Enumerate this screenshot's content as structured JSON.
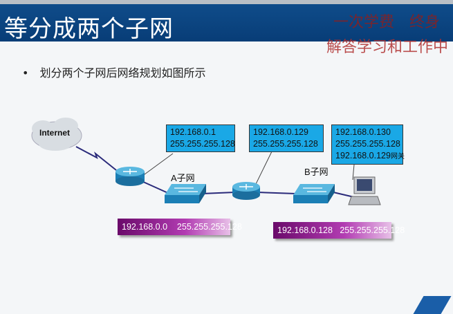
{
  "header": {
    "title": "等分成两个子网",
    "watermark_line1": "一次学费　终身",
    "watermark_line2": "解答学习和工作中"
  },
  "bullet": {
    "marker": "•",
    "text": "划分两个子网后网络规划如图所示"
  },
  "diagram": {
    "internet_label": "Internet",
    "router1_box": {
      "ip": "192.168.0.1",
      "mask": "255.255.255.128"
    },
    "router2_box": {
      "ip": "192.168.0.129",
      "mask": "255.255.255.128"
    },
    "host_box": {
      "ip": "192.168.0.130",
      "mask": "255.255.255.128",
      "gateway": "192.168.0.129",
      "gateway_label": "网关"
    },
    "subnet_a_label": "A子网",
    "subnet_b_label": "B子网",
    "subnet_a_bar": "192.168.0.0    255.255.255.128",
    "subnet_b_bar": "192.168.0.128   255.255.255.128"
  }
}
